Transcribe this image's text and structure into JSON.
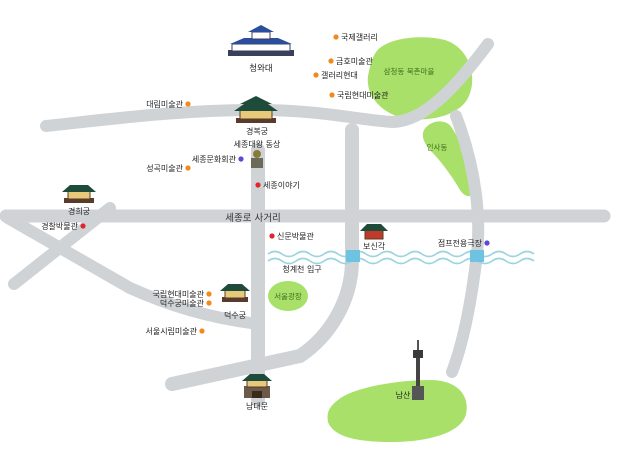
{
  "colors": {
    "road": "#cfd3d6",
    "park": "#a9e06a",
    "dot_orange": "#f08a1c",
    "dot_red": "#e0262c",
    "dot_purple": "#5b4ad6",
    "stream": "#9ad4e0",
    "water": "#6ec3e3"
  },
  "landmarks": {
    "cheongwadae": "청와대",
    "gyeongbokgung": "경복궁",
    "sejong_statue": "세종대왕 동상",
    "gyeonghuigung": "경희궁",
    "bosingak": "보신각",
    "deoksugung": "덕수궁",
    "namdaemun": "남대문",
    "namsan": "남산",
    "cheonggyecheon_entrance": "청계천 입구"
  },
  "roads": {
    "sejongno": "세종로 사거리"
  },
  "parks": {
    "samcheong": "삼청동 북촌마을",
    "insadong": "인사동",
    "seoul_plaza": "서울광장"
  },
  "places": {
    "kukje_gallery": "국제갤러리",
    "kumho_museum": "금호미술관",
    "gallery_hyundai": "갤러리현대",
    "mmca": "국립현대미술관",
    "daelim_museum": "대림미술관",
    "sejong_center": "세종문화회관",
    "seonggok_museum": "성곡미술관",
    "sejong_story": "세종이야기",
    "police_museum": "경찰박물관",
    "newspaper_museum": "신문박물관",
    "jump_theater": "점프전용극장",
    "mmca_deoksugung_1": "국립현대미술관",
    "mmca_deoksugung_2": "덕수궁미술관",
    "sema": "서울시립미술관"
  }
}
